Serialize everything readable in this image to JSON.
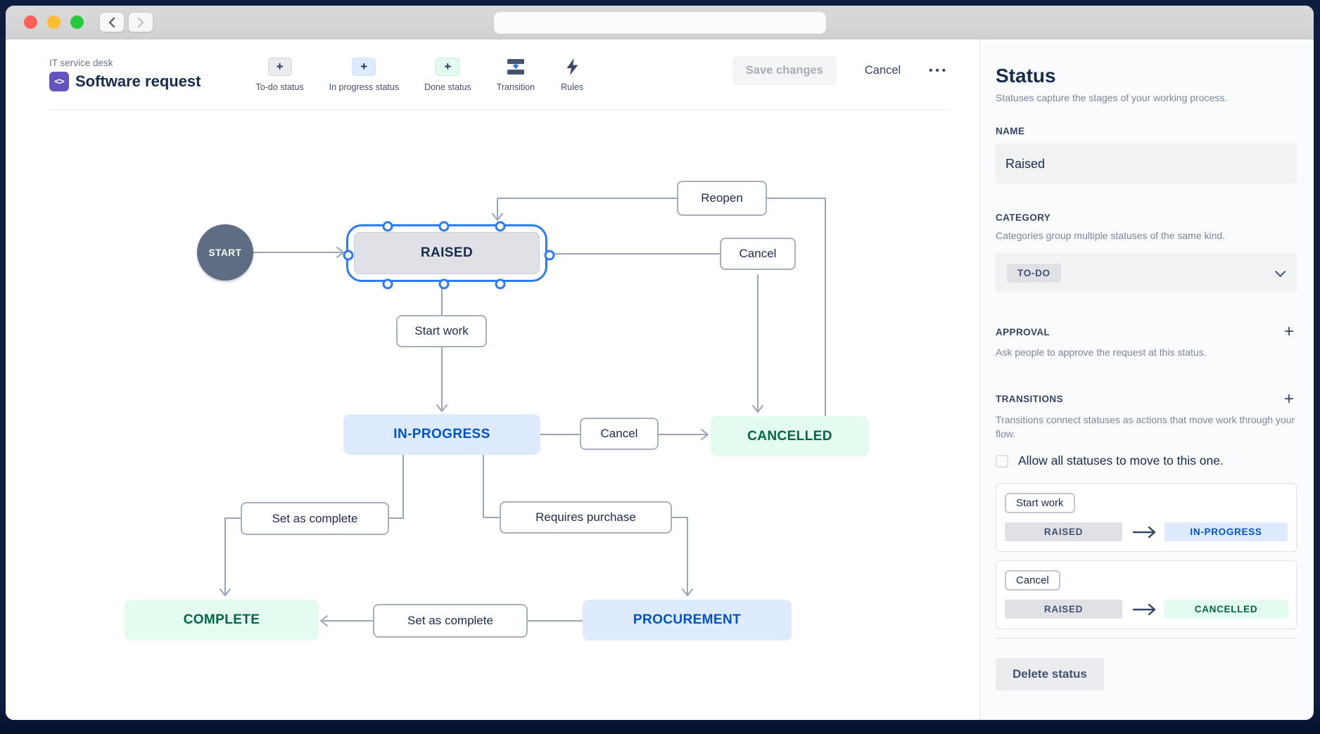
{
  "window": {
    "close_icon": "close-circle",
    "minimize_icon": "minimize-circle",
    "zoom_icon": "zoom-circle"
  },
  "header": {
    "project": "IT service desk",
    "workflow": "Software request",
    "workflow_icon": "code-brackets",
    "workflow_icon_glyph": "<>",
    "toolbar": [
      {
        "label": "To-do status",
        "icon": "plus-icon",
        "glyph": "+"
      },
      {
        "label": "In progress status",
        "icon": "plus-icon",
        "glyph": "+"
      },
      {
        "label": "Done status",
        "icon": "plus-icon",
        "glyph": "+"
      },
      {
        "label": "Transition",
        "icon": "transition-icon"
      },
      {
        "label": "Rules",
        "icon": "lightning-icon"
      }
    ],
    "save": "Save changes",
    "cancel": "Cancel",
    "more_icon": "•••"
  },
  "diagram": {
    "start": "START",
    "nodes": {
      "raised": "RAISED",
      "in_progress": "IN-PROGRESS",
      "cancelled": "CANCELLED",
      "complete": "COMPLETE",
      "procurement": "PROCUREMENT"
    },
    "transition_labels": {
      "reopen": "Reopen",
      "cancel_top": "Cancel",
      "start_work": "Start work",
      "cancel_mid": "Cancel",
      "set_as_complete_left": "Set as complete",
      "requires_purchase": "Requires purchase",
      "set_as_complete_bottom": "Set as complete"
    }
  },
  "panel": {
    "title": "Status",
    "subtitle": "Statuses capture the stages of your working process.",
    "name_section": {
      "label": "NAME",
      "value": "Raised"
    },
    "category_section": {
      "label": "CATEGORY",
      "description": "Categories group multiple statuses of the same kind.",
      "selected": "TO-DO"
    },
    "approval_section": {
      "label": "APPROVAL",
      "add_icon": "+",
      "description": "Ask people to approve the request at this status."
    },
    "transitions_section": {
      "label": "TRANSITIONS",
      "add_icon": "+",
      "description": "Transitions connect statuses as actions that move work through your flow.",
      "allow_all_label": "Allow all statuses to move to this one.",
      "items": [
        {
          "name": "Start work",
          "from": "RAISED",
          "to": "IN-PROGRESS"
        },
        {
          "name": "Cancel",
          "from": "RAISED",
          "to": "CANCELLED"
        }
      ]
    },
    "delete_label": "Delete status"
  },
  "colors": {
    "accent_blue": "#0052cc",
    "selection_blue": "#2c7cf6",
    "light_blue_bg": "#deebff",
    "green_text": "#006644",
    "light_green_bg": "#e3fcef",
    "gray_node_bg": "#dfe1e6",
    "dark_text": "#172b4d",
    "purple_brand": "#6554c0"
  }
}
